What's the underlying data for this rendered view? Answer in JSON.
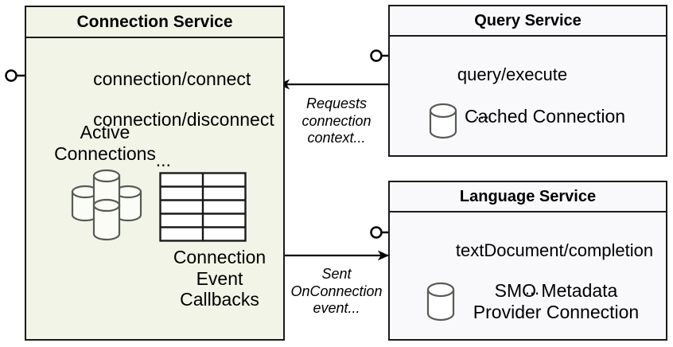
{
  "diagram": {
    "type": "component-diagram",
    "background_color": "#ffffff",
    "components": [
      {
        "id": "connection-service",
        "title": "Connection Service",
        "fill_color": "#f2f4e8",
        "border_color": "#1a1a1a",
        "endpoints": [
          "connection/connect",
          "connection/disconnect"
        ],
        "ellipsis": "...",
        "stores": [
          {
            "label": "Active\nConnections",
            "icon": "database-cluster-icon"
          },
          {
            "label": "Connection\nEvent\nCallbacks",
            "icon": "table-grid-icon"
          }
        ],
        "provided_interface": "lollipop-socket"
      },
      {
        "id": "query-service",
        "title": "Query Service",
        "fill_color": "#f9f9fb",
        "border_color": "#1a1a1a",
        "endpoints": [
          "query/execute"
        ],
        "ellipsis": "...",
        "stores": [
          {
            "label": "Cached Connection",
            "icon": "database-cylinder-icon"
          }
        ],
        "provided_interface": "lollipop-socket"
      },
      {
        "id": "language-service",
        "title": "Language Service",
        "fill_color": "#f9f9fb",
        "border_color": "#1a1a1a",
        "endpoints": [
          "textDocument/completion"
        ],
        "ellipsis": "...",
        "stores": [
          {
            "label": "SMO Metadata\nProvider Connection",
            "icon": "database-cylinder-icon"
          }
        ],
        "provided_interface": "lollipop-socket"
      }
    ],
    "connections": [
      {
        "id": "query-to-connection",
        "from": "query-service",
        "to": "connection-service",
        "direction": "left",
        "label": "Requests\nconnection\ncontext..."
      },
      {
        "id": "connection-to-language",
        "from": "connection-service",
        "to": "language-service",
        "direction": "right",
        "label": "Sent\nOnConnection\nevent..."
      }
    ]
  }
}
